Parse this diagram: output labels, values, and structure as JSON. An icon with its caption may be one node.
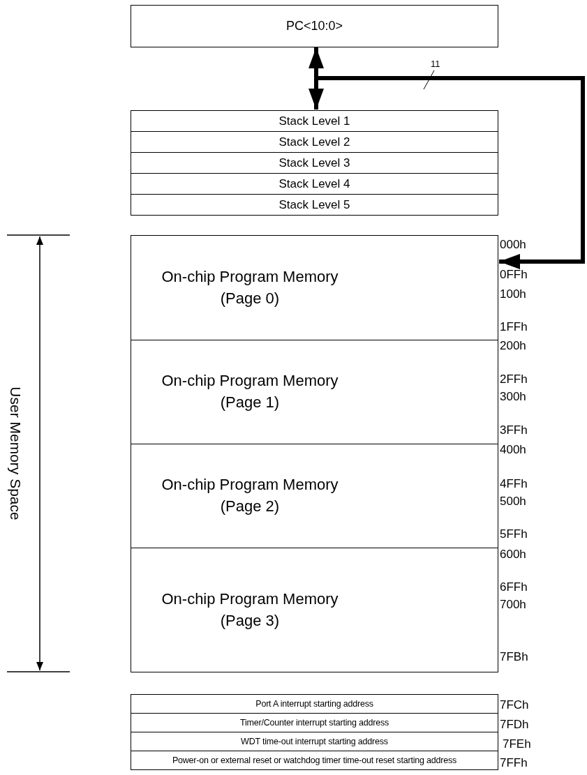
{
  "diagram": {
    "nodes": [
      {
        "text": [
          "PC<10:0>"
        ]
      },
      {
        "text": [
          "Stack Level 1"
        ]
      },
      {
        "text": [
          "Stack Level 2"
        ]
      },
      {
        "text": [
          "Stack Level 3"
        ]
      },
      {
        "text": [
          "Stack Level 4"
        ]
      },
      {
        "text": [
          "Stack Level 5"
        ]
      },
      {
        "text": [
          "On-chip Program Memory (Page 0)"
        ]
      },
      {
        "text": [
          "On-chip Program Memory (Page 1)"
        ]
      },
      {
        "text": [
          "On-chip Program Memory (Page 2)"
        ]
      },
      {
        "text": [
          "On-chip Program Memory (Page 3)"
        ]
      },
      {
        "text": [
          "Port A interrupt starting address"
        ]
      },
      {
        "text": [
          "Timer/Counter interrupt starting address"
        ]
      },
      {
        "text": [
          "WDT time-out interrupt starting address"
        ]
      },
      {
        "text": [
          "Power-on or external reset or watchdog timer time-out reset starting address"
        ]
      }
    ],
    "edges": [
      {
        "from": 0,
        "to": 1,
        "arrow": "both"
      },
      {
        "from": 0,
        "to": 6,
        "arrow": "to",
        "label": "11"
      }
    ],
    "labels": [
      "User Memory Space",
      "000h",
      "0FFh",
      "100h",
      "1FFh",
      "200h",
      "2FFh",
      "300h",
      "3FFh",
      "400h",
      "4FFh",
      "500h",
      "5FFh",
      "600h",
      "6FFh",
      "700h",
      "7FBh",
      "7FCh",
      "7FDh",
      "7FEh",
      "7FFh"
    ]
  }
}
